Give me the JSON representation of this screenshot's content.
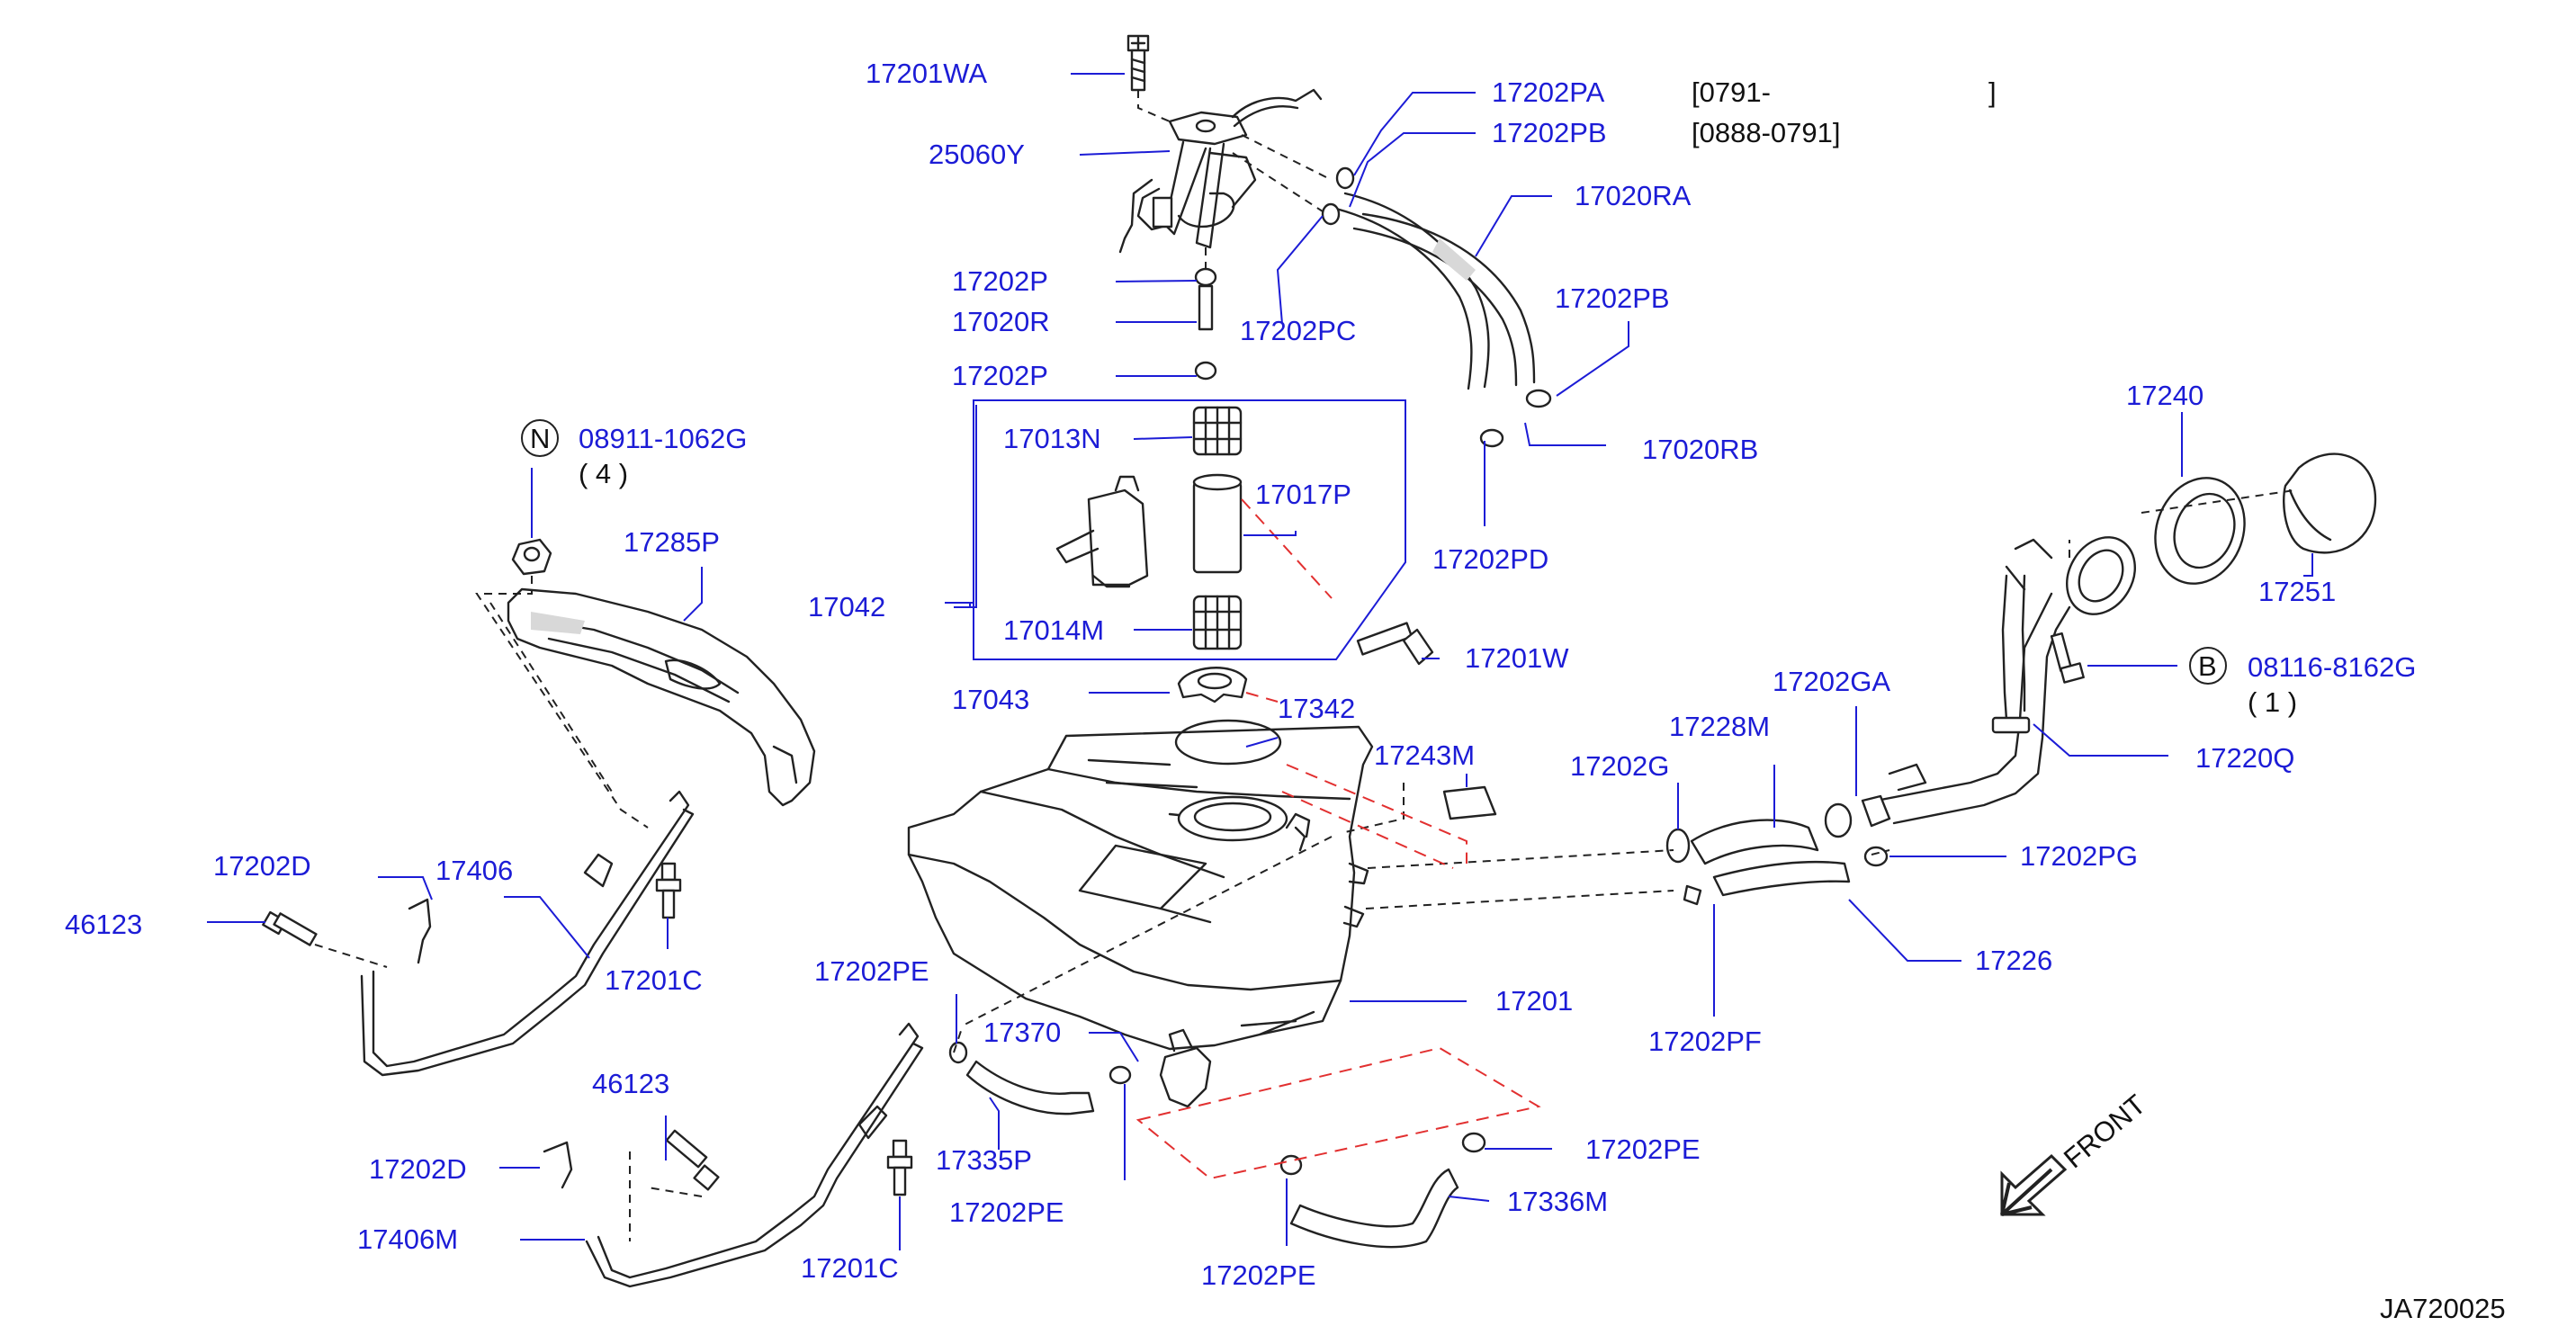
{
  "diagram_id": "JA720025",
  "front_label": "FRONT",
  "callouts": {
    "p17201WA": "17201WA",
    "p25060Y": "25060Y",
    "p17202PA": "17202PA",
    "p17202PB_top": "17202PB",
    "p17020RA": "17020RA",
    "p17202P_a": "17202P",
    "p17020R": "17020R",
    "p17202P_b": "17202P",
    "p17202PC": "17202PC",
    "p17202PB_mid": "17202PB",
    "p17020RB": "17020RB",
    "p17202PD": "17202PD",
    "p17013N": "17013N",
    "p17017P": "17017P",
    "p17042": "17042",
    "p17014M": "17014M",
    "p17201W": "17201W",
    "p17043": "17043",
    "p17342": "17342",
    "p17243M": "17243M",
    "p08911": "08911-1062G",
    "p17285P": "17285P",
    "p17240": "17240",
    "p17251": "17251",
    "p08116": "08116-8162G",
    "p17220Q": "17220Q",
    "p17202GA": "17202GA",
    "p17228M": "17228M",
    "p17202G": "17202G",
    "p17202PG": "17202PG",
    "p17226": "17226",
    "p17202PF": "17202PF",
    "p17201": "17201",
    "p17202D_a": "17202D",
    "p17406": "17406",
    "p46123_a": "46123",
    "p17201C_a": "17201C",
    "p17202PE_a": "17202PE",
    "p17370": "17370",
    "p17335P": "17335P",
    "p17202PE_b": "17202PE",
    "p46123_b": "46123",
    "p17202D_b": "17202D",
    "p17406M": "17406M",
    "p17201C_b": "17201C",
    "p17202PE_c": "17202PE",
    "p17336M": "17336M",
    "p17202PE_d": "17202PE"
  },
  "date_ranges": {
    "pa_range": "[0791-",
    "pa_range_close": "]",
    "pb_range": "[0888-0791]"
  },
  "quantities": {
    "q08911": "( 4 )",
    "q08116": "( 1 )"
  },
  "symbols": {
    "n_marker": "N",
    "b_marker": "B"
  },
  "colors": {
    "label_blue": "#1c1cd6",
    "line_black": "#222222",
    "phantom_red": "#e23030"
  }
}
